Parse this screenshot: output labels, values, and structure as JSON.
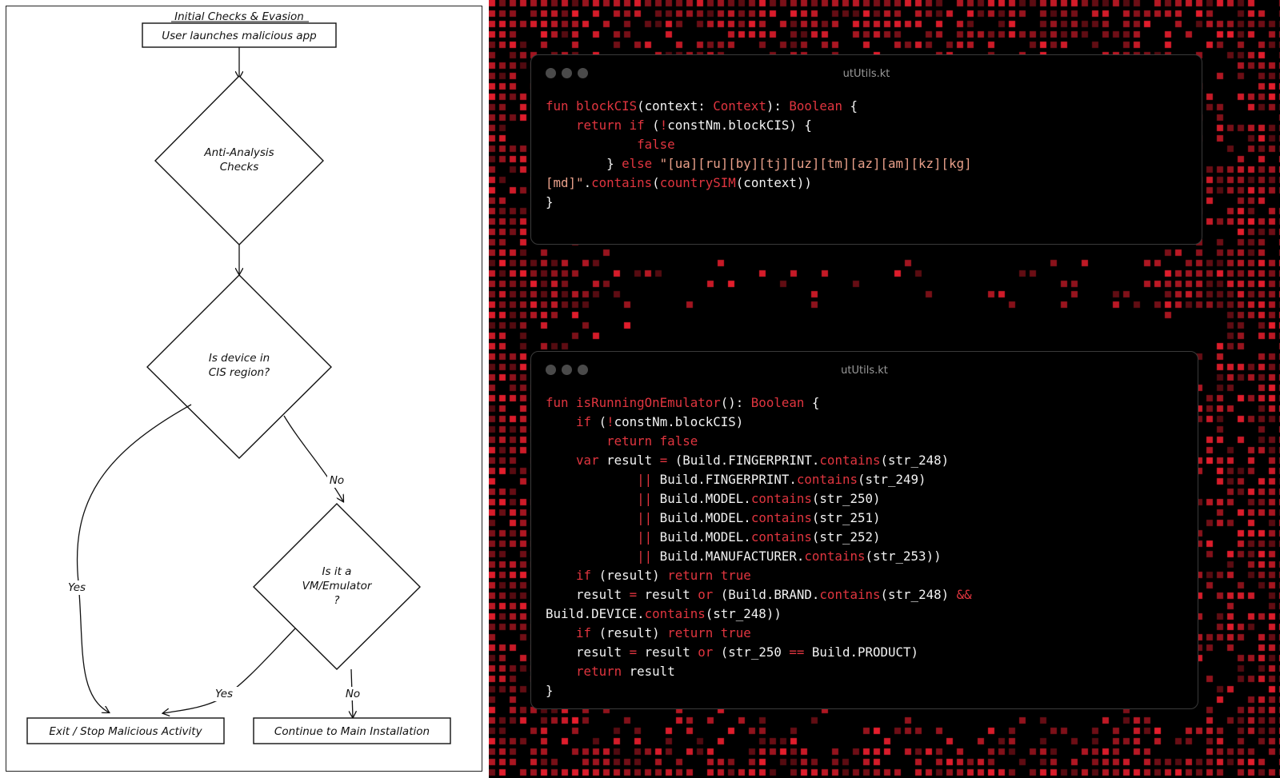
{
  "flowchart": {
    "title": "Initial Checks & Evasion",
    "start_label": "User launches malicious app",
    "decision_anti_analysis": [
      "Anti-Analysis",
      "Checks"
    ],
    "decision_cis": [
      "Is device in",
      "CIS region?"
    ],
    "decision_vm": [
      "Is it a",
      "VM/Emulator",
      "?"
    ],
    "edge_cis_yes": "Yes",
    "edge_cis_no": "No",
    "edge_vm_yes": "Yes",
    "edge_vm_no": "No",
    "exit_label": "Exit / Stop Malicious Activity",
    "continue_label": "Continue to Main Installation"
  },
  "colors": {
    "accent_red": "#e0353f",
    "string_orange": "#e9a08a",
    "code_text": "#f2f2f2",
    "background": "#000000"
  },
  "code_cards": [
    {
      "filename": "utUtils.kt",
      "lines": [
        [
          [
            "kw",
            "fun "
          ],
          [
            "fn",
            "blockCIS"
          ],
          [
            "pl",
            "(context: "
          ],
          [
            "ty",
            "Context"
          ],
          [
            "pl",
            "): "
          ],
          [
            "ty",
            "Boolean"
          ],
          [
            "pl",
            " {"
          ]
        ],
        [
          [
            "pl",
            "    "
          ],
          [
            "kw",
            "return if"
          ],
          [
            "pl",
            " ("
          ],
          [
            "op",
            "!"
          ],
          [
            "pl",
            "constNm.blockCIS) {"
          ]
        ],
        [
          [
            "pl",
            "            "
          ],
          [
            "kw",
            "false"
          ]
        ],
        [
          [
            "pl",
            "        } "
          ],
          [
            "kw",
            "else"
          ],
          [
            "pl",
            " "
          ],
          [
            "str",
            "\"[ua][ru][by][tj][uz][tm][az][am][kz][kg]"
          ]
        ],
        [
          [
            "str",
            "[md]\""
          ],
          [
            "pl",
            "."
          ],
          [
            "fn",
            "contains"
          ],
          [
            "pl",
            "("
          ],
          [
            "fn",
            "countrySIM"
          ],
          [
            "pl",
            "(context))"
          ]
        ],
        [
          [
            "pl",
            "}"
          ]
        ]
      ]
    },
    {
      "filename": "utUtils.kt",
      "lines": [
        [
          [
            "kw",
            "fun "
          ],
          [
            "fn",
            "isRunningOnEmulator"
          ],
          [
            "pl",
            "(): "
          ],
          [
            "ty",
            "Boolean"
          ],
          [
            "pl",
            " {"
          ]
        ],
        [
          [
            "pl",
            "    "
          ],
          [
            "kw",
            "if"
          ],
          [
            "pl",
            " ("
          ],
          [
            "op",
            "!"
          ],
          [
            "pl",
            "constNm.blockCIS)"
          ]
        ],
        [
          [
            "pl",
            "        "
          ],
          [
            "kw",
            "return false"
          ]
        ],
        [
          [
            "pl",
            "    "
          ],
          [
            "kw",
            "var"
          ],
          [
            "pl",
            " result "
          ],
          [
            "op",
            "="
          ],
          [
            "pl",
            " (Build.FINGERPRINT."
          ],
          [
            "fn",
            "contains"
          ],
          [
            "pl",
            "(str_248)"
          ]
        ],
        [
          [
            "pl",
            "            "
          ],
          [
            "op",
            "||"
          ],
          [
            "pl",
            " Build.FINGERPRINT."
          ],
          [
            "fn",
            "contains"
          ],
          [
            "pl",
            "(str_249)"
          ]
        ],
        [
          [
            "pl",
            "            "
          ],
          [
            "op",
            "||"
          ],
          [
            "pl",
            " Build.MODEL."
          ],
          [
            "fn",
            "contains"
          ],
          [
            "pl",
            "(str_250)"
          ]
        ],
        [
          [
            "pl",
            "            "
          ],
          [
            "op",
            "||"
          ],
          [
            "pl",
            " Build.MODEL."
          ],
          [
            "fn",
            "contains"
          ],
          [
            "pl",
            "(str_251)"
          ]
        ],
        [
          [
            "pl",
            "            "
          ],
          [
            "op",
            "||"
          ],
          [
            "pl",
            " Build.MODEL."
          ],
          [
            "fn",
            "contains"
          ],
          [
            "pl",
            "(str_252)"
          ]
        ],
        [
          [
            "pl",
            "            "
          ],
          [
            "op",
            "||"
          ],
          [
            "pl",
            " Build.MANUFACTURER."
          ],
          [
            "fn",
            "contains"
          ],
          [
            "pl",
            "(str_253))"
          ]
        ],
        [
          [
            "pl",
            "    "
          ],
          [
            "kw",
            "if"
          ],
          [
            "pl",
            " (result) "
          ],
          [
            "kw",
            "return true"
          ]
        ],
        [
          [
            "pl",
            "    result "
          ],
          [
            "op",
            "="
          ],
          [
            "pl",
            " result "
          ],
          [
            "kw",
            "or"
          ],
          [
            "pl",
            " (Build.BRAND."
          ],
          [
            "fn",
            "contains"
          ],
          [
            "pl",
            "(str_248) "
          ],
          [
            "op",
            "&&"
          ]
        ],
        [
          [
            "pl",
            "Build.DEVICE."
          ],
          [
            "fn",
            "contains"
          ],
          [
            "pl",
            "(str_248))"
          ]
        ],
        [
          [
            "pl",
            "    "
          ],
          [
            "kw",
            "if"
          ],
          [
            "pl",
            " (result) "
          ],
          [
            "kw",
            "return true"
          ]
        ],
        [
          [
            "pl",
            "    result "
          ],
          [
            "op",
            "="
          ],
          [
            "pl",
            " result "
          ],
          [
            "kw",
            "or"
          ],
          [
            "pl",
            " (str_250 "
          ],
          [
            "op",
            "=="
          ],
          [
            "pl",
            " Build.PRODUCT)"
          ]
        ],
        [
          [
            "pl",
            "    "
          ],
          [
            "kw",
            "return"
          ],
          [
            "pl",
            " result"
          ]
        ],
        [
          [
            "pl",
            "}"
          ]
        ]
      ]
    }
  ]
}
